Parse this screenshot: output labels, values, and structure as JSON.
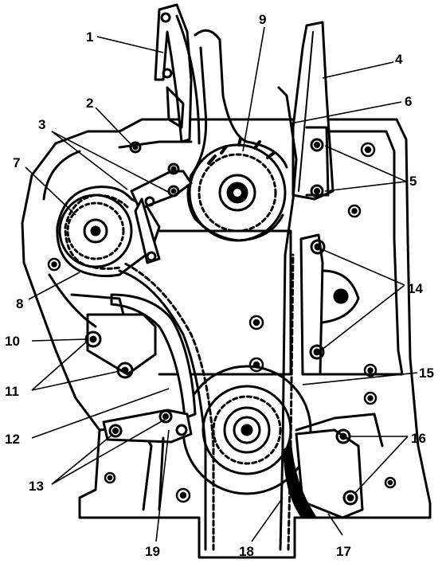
{
  "figure": {
    "type": "engine timing chain exploded view",
    "line_color": "#000000",
    "background": "#ffffff"
  },
  "callouts": [
    {
      "id": "c1",
      "label": "1"
    },
    {
      "id": "c2",
      "label": "2"
    },
    {
      "id": "c3",
      "label": "3"
    },
    {
      "id": "c4",
      "label": "4"
    },
    {
      "id": "c5",
      "label": "5"
    },
    {
      "id": "c6",
      "label": "6"
    },
    {
      "id": "c7",
      "label": "7"
    },
    {
      "id": "c8",
      "label": "8"
    },
    {
      "id": "c9",
      "label": "9"
    },
    {
      "id": "c10",
      "label": "10"
    },
    {
      "id": "c11",
      "label": "11"
    },
    {
      "id": "c12",
      "label": "12"
    },
    {
      "id": "c13",
      "label": "13"
    },
    {
      "id": "c14",
      "label": "14"
    },
    {
      "id": "c15",
      "label": "15"
    },
    {
      "id": "c16",
      "label": "16"
    },
    {
      "id": "c17",
      "label": "17"
    },
    {
      "id": "c18",
      "label": "18"
    },
    {
      "id": "c19",
      "label": "19"
    }
  ]
}
